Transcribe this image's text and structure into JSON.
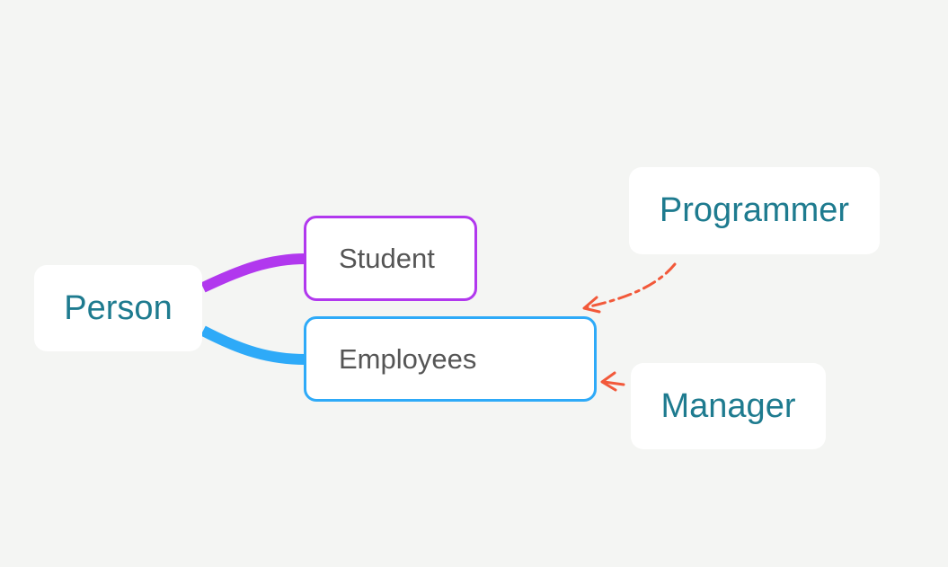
{
  "colors": {
    "background": "#f4f5f3",
    "node_fill": "#ffffff",
    "text_teal": "#1e7b8f",
    "text_gray": "#555555",
    "student_branch": "#b138ee",
    "employees_branch": "#2eaaf8",
    "relation_arrow": "#f2593a"
  },
  "nodes": {
    "person": {
      "label": "Person"
    },
    "student": {
      "label": "Student"
    },
    "employees": {
      "label": "Employees"
    },
    "programmer": {
      "label": "Programmer"
    },
    "manager": {
      "label": "Manager"
    }
  },
  "edges": [
    {
      "from": "person",
      "to": "student",
      "style": "branch",
      "color_key": "student_branch"
    },
    {
      "from": "person",
      "to": "employees",
      "style": "branch",
      "color_key": "employees_branch"
    },
    {
      "from": "programmer",
      "to": "employees",
      "style": "dash-dot-arrow",
      "color_key": "relation_arrow"
    },
    {
      "from": "manager",
      "to": "employees",
      "style": "arrow",
      "color_key": "relation_arrow"
    }
  ]
}
